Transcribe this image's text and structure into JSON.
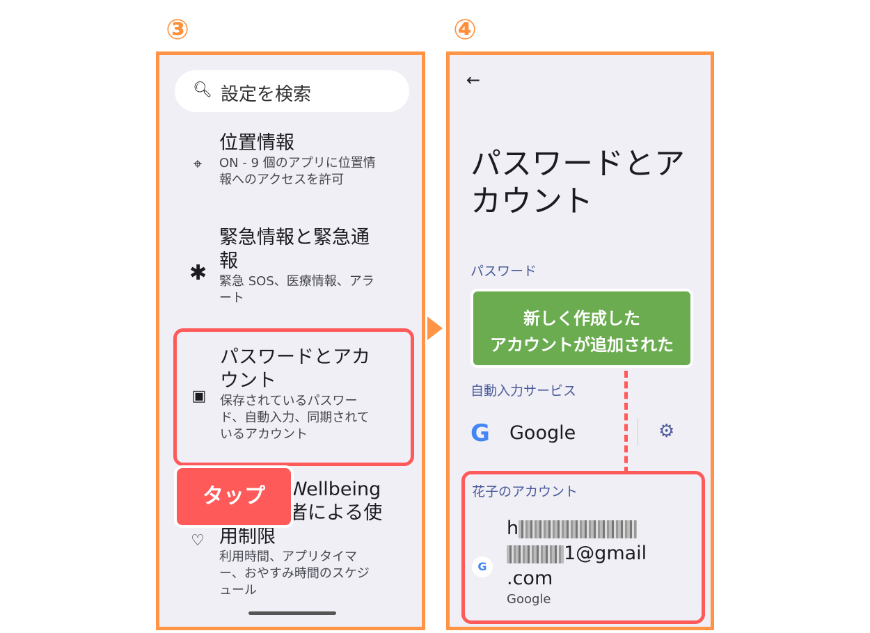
{
  "steps": {
    "left": "③",
    "right": "④"
  },
  "left": {
    "search_placeholder": "設定を検索",
    "items": [
      {
        "title_lines": [
          "位置情報"
        ],
        "subtitle_lines": [
          "ON - 9 個のアプリに位置情",
          "報へのアクセスを許可"
        ],
        "icon": "location-pin-icon"
      },
      {
        "title_lines": [
          "緊急情報と緊急通",
          "報"
        ],
        "subtitle_lines": [
          "緊急 SOS、医療情報、アラ",
          "ート"
        ],
        "icon": "asterisk-icon"
      },
      {
        "title_lines": [
          "パスワードとアカ",
          "ウント"
        ],
        "subtitle_lines": [
          "保存されているパスワー",
          "ド、自動入力、同期されて",
          "いるアカウント"
        ],
        "icon": "account-box-icon"
      },
      {
        "title_lines": [
          "Wellbeing",
          "者による使",
          "用制限"
        ],
        "subtitle_lines": [
          "利用時間、アプリタイマ",
          "ー、おやすみ時間のスケジ",
          "ュール"
        ],
        "icon": "wellbeing-icon"
      }
    ],
    "tap_label": "タップ"
  },
  "right": {
    "page_title_lines": [
      "パスワードとア",
      "カウント"
    ],
    "password_header": "パスワード",
    "callout_lines": [
      "新しく作成した",
      "アカウントが追加された"
    ],
    "autofill_header": "自動入力サービス",
    "autofill_service": "Google",
    "account_header": "花子のアカウント",
    "email_parts": [
      "h",
      "1@gmail",
      ".com"
    ],
    "account_type": "Google"
  },
  "colors": {
    "frame": "#ff9447",
    "highlight": "#ff5a5a",
    "callout": "#6aac4f"
  }
}
